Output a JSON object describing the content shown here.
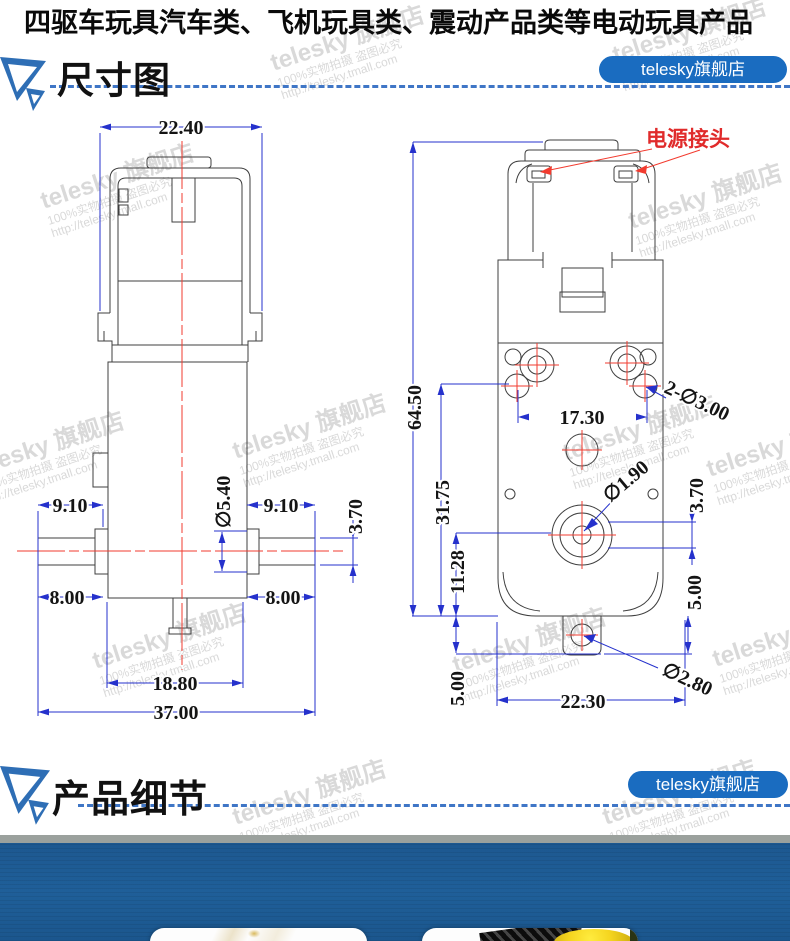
{
  "banner": {
    "text": "四驱车玩具汽车类、飞机玩具类、震动产品类等电动玩具产品"
  },
  "sections": {
    "size_chart": {
      "title": "尺寸图",
      "badge": "telesky旗舰店"
    },
    "product_detail": {
      "title": "产品细节",
      "badge": "telesky旗舰店"
    }
  },
  "watermark": {
    "brand": "telesky 旗舰店",
    "line2": "100%实物拍摄 盗图必究",
    "line3": "http://telesky.tmall.com"
  },
  "colors": {
    "dimension_blue": "#2531cc",
    "centerline_red": "#f23b2f",
    "brand_blue": "#1a6cc0",
    "strip_blue": "#1f5f99"
  },
  "drawing": {
    "power_connector_label": "电源接头",
    "side_view": {
      "top_width": "22.40",
      "left_shaft_offset": "9.10",
      "boss_diameter": "∅5.40",
      "right_shaft_offset": "9.10",
      "shaft_diameter": "3.70",
      "left_shaft_length": "8.00",
      "right_shaft_length": "8.00",
      "body_width": "18.80",
      "total_width": "37.00"
    },
    "front_view": {
      "total_height": "64.50",
      "screw_spacing": "17.30",
      "screw_holes": "2-∅3.00",
      "shaft_axis_height": "31.75",
      "output_shaft_offset": "11.28",
      "shaft_hole_diameter": "∅1.90",
      "boss_height": "3.70",
      "boss_offset": "5.00",
      "tab_depth": "5.00",
      "base_width": "22.30",
      "tab_hole_diameter": "∅2.80"
    }
  }
}
